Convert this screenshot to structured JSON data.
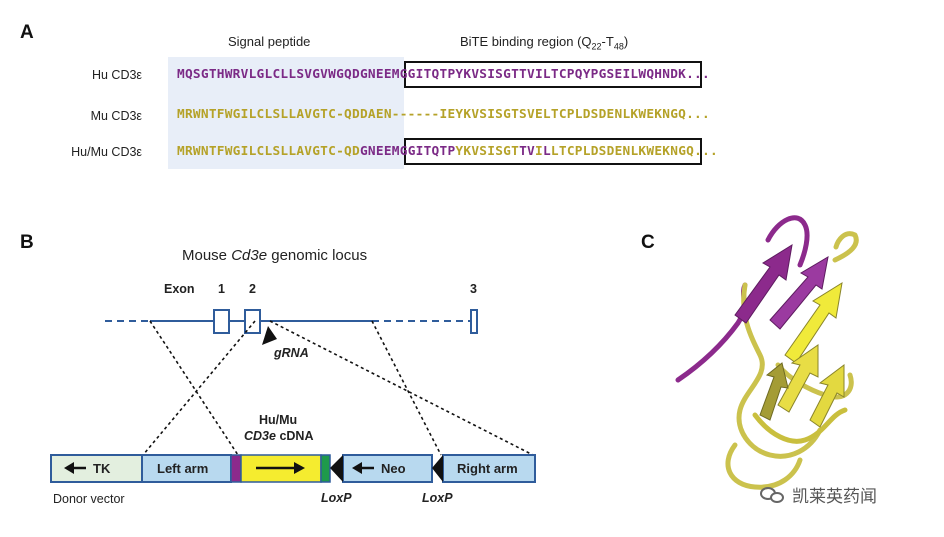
{
  "panel_a": {
    "letter": "A",
    "header_signal": "Signal peptide",
    "header_bite_prefix": "BiTE binding region (Q",
    "header_bite_sub1": "22",
    "header_bite_mid": "-T",
    "header_bite_sub2": "48",
    "header_bite_suffix": ")",
    "rows": [
      {
        "label": "Hu CD3ε",
        "segments": [
          {
            "text": "MQSGTHWRVLGLCLLSVGVWG",
            "color": "#7b2a86"
          },
          {
            "text": "QDGNEEMGGITQTPYKVSISGTTVILT",
            "color": "#7b2a86"
          },
          {
            "text": "CPQYPGSEILWQHNDK...",
            "color": "#7b2a86"
          }
        ]
      },
      {
        "label": "Mu CD3ε",
        "segments": [
          {
            "text": "MRWNTFWGILCLSLLAVGTC-",
            "color": "#b5a228"
          },
          {
            "text": "QDDAEN------IEYKVSISGTSVELT",
            "color": "#b5a228"
          },
          {
            "text": "CPLDSDENLKWEKNGQ...",
            "color": "#b5a228"
          }
        ]
      },
      {
        "label": "Hu/Mu CD3ε",
        "segments": [
          {
            "text": "MRWNTFWGILCLSLLAVGTC-",
            "color": "#b5a228"
          },
          {
            "text": "QD",
            "color": "#b5a228"
          },
          {
            "text": "GNEEMGGITQTP",
            "color": "#7b2a86"
          },
          {
            "text": "YKVSISGT",
            "color": "#b5a228"
          },
          {
            "text": "TV",
            "color": "#7b2a86"
          },
          {
            "text": "I",
            "color": "#b5a228"
          },
          {
            "text": "L",
            "color": "#7b2a86"
          },
          {
            "text": "LT",
            "color": "#b5a228"
          },
          {
            "text": "CPLDSDENLKWEKNGQ...",
            "color": "#b5a228"
          }
        ]
      }
    ]
  },
  "panel_b": {
    "letter": "B",
    "title_prefix": "Mouse ",
    "title_gene": "Cd3e",
    "title_suffix": " genomic locus",
    "exon_label": "Exon",
    "exon_numbers": [
      "1",
      "2",
      "3"
    ],
    "grna_label": "gRNA",
    "insert_label_line1": "Hu/Mu",
    "insert_label_gene": "CD3e",
    "insert_label_suffix": " cDNA",
    "vector": {
      "tk": "TK",
      "left_arm": "Left arm",
      "neo": "Neo",
      "right_arm": "Right arm"
    },
    "loxp_label": "LoxP",
    "donor_label": "Donor vector"
  },
  "panel_c": {
    "letter": "C"
  },
  "watermark": {
    "text": "凯莱英药闻"
  },
  "colors": {
    "human": "#7b2a86",
    "mouse": "#b5a228",
    "signal_bg": "#e8eef8",
    "locus_line": "#2f5c9b",
    "tk_fill": "#e3efdf",
    "arm_fill": "#b8d9ef",
    "insert_fill": "#f5ec2f",
    "insert_start": "#8c2a8c",
    "insert_end": "#1f9a4c"
  }
}
